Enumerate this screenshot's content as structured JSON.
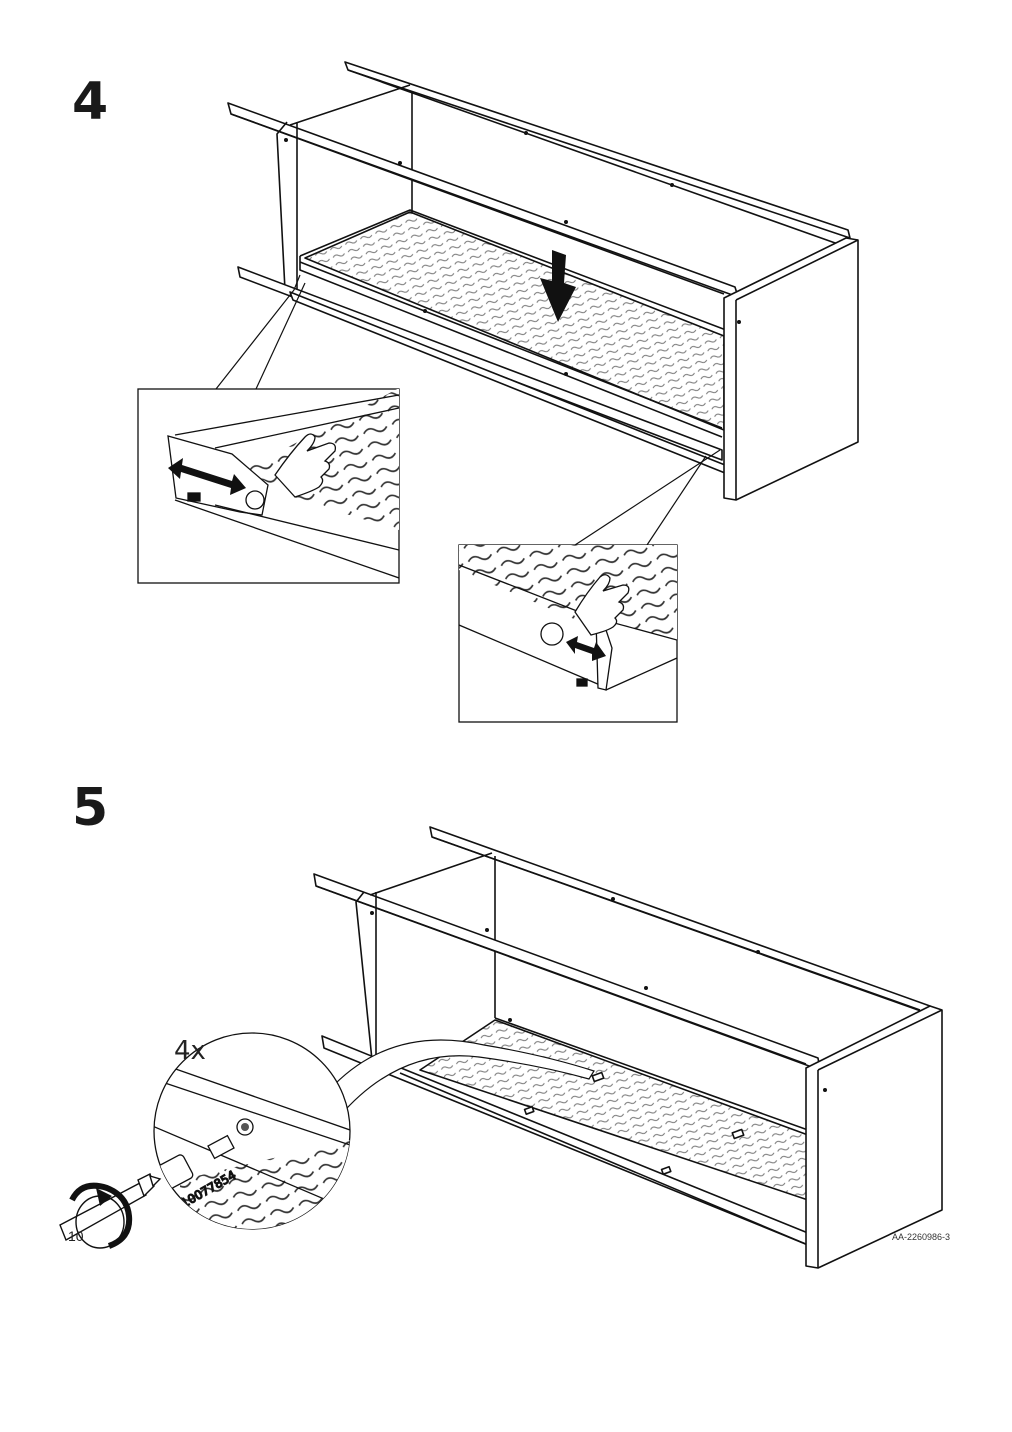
{
  "steps": [
    {
      "number": "4"
    },
    {
      "number": "5",
      "quantity": "4x",
      "part_number": "10077854"
    }
  ],
  "footer": {
    "page_number": "10",
    "document_code": "AA-2260986-3"
  }
}
